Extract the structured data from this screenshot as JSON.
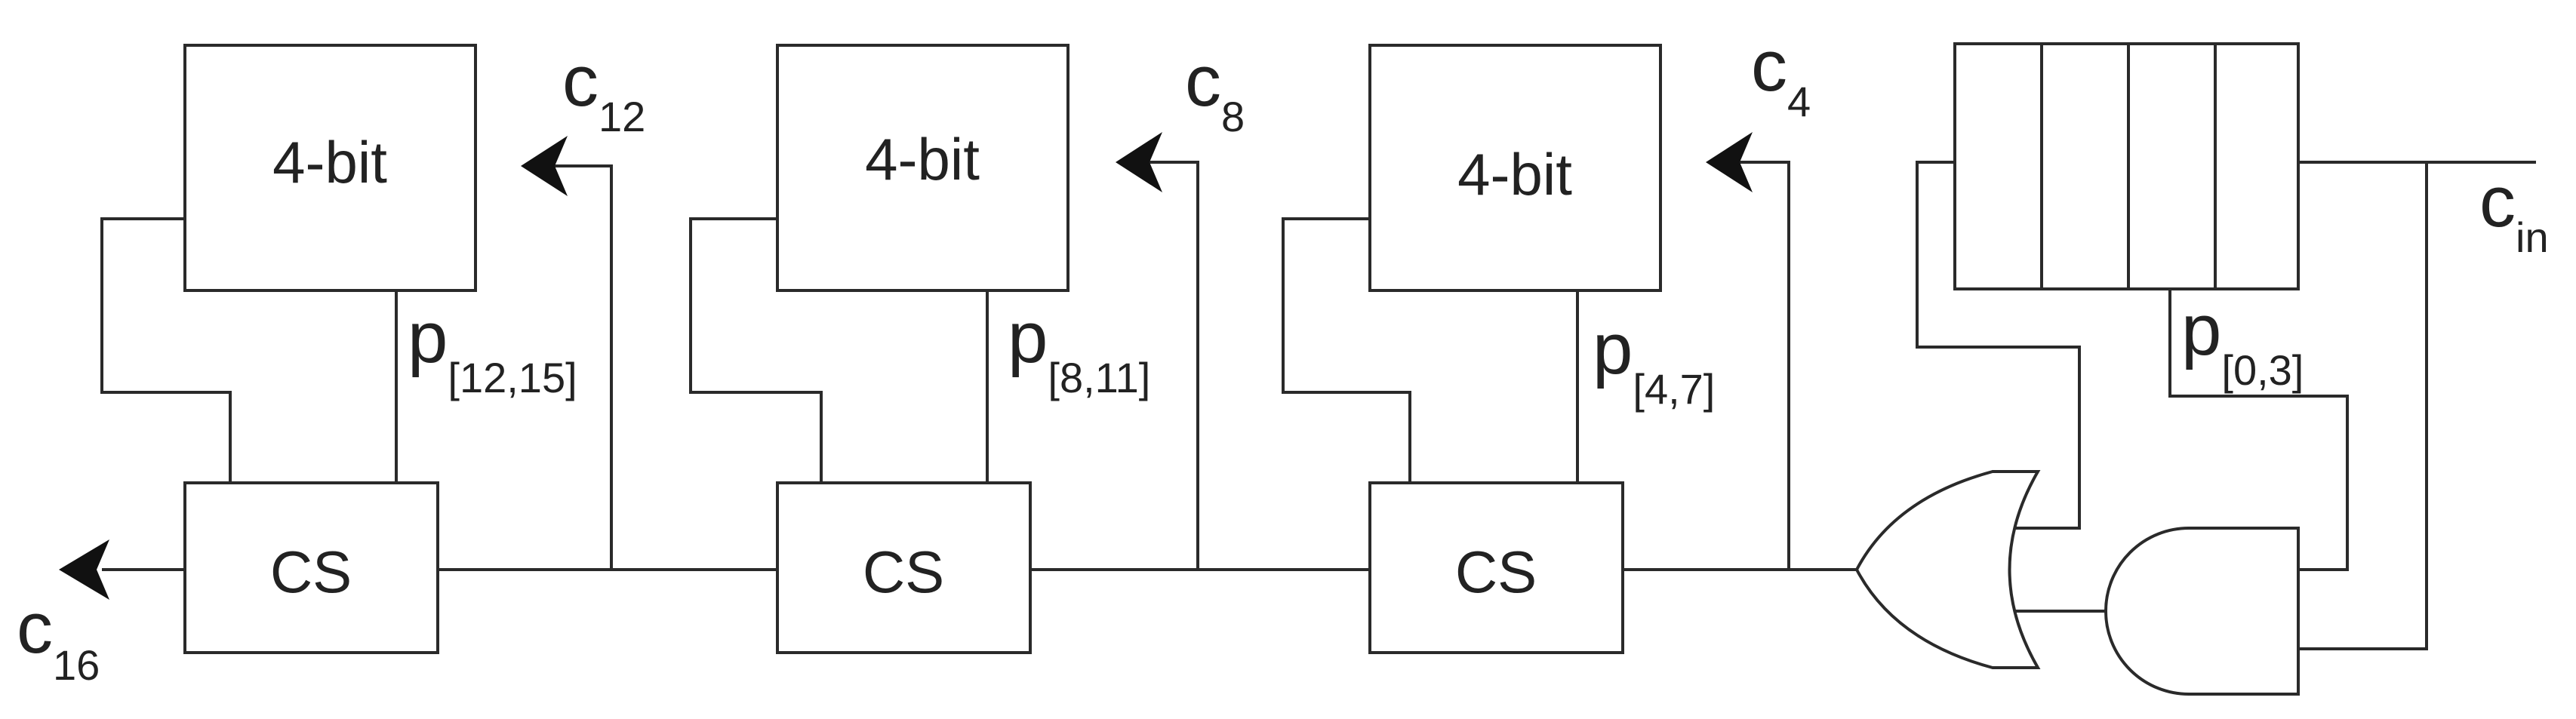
{
  "blocks": [
    {
      "label": "4-bit",
      "carry_in": {
        "name": "c",
        "sub": "12"
      },
      "propagate": {
        "name": "p",
        "sub": "[12,15]"
      },
      "select": "CS"
    },
    {
      "label": "4-bit",
      "carry_in": {
        "name": "c",
        "sub": "8"
      },
      "propagate": {
        "name": "p",
        "sub": "[8,11]"
      },
      "select": "CS"
    },
    {
      "label": "4-bit",
      "carry_in": {
        "name": "c",
        "sub": "4"
      },
      "propagate": {
        "name": "p",
        "sub": "[4,7]"
      },
      "select": "CS"
    }
  ],
  "first_stage": {
    "propagate": {
      "name": "p",
      "sub": "[0,3]"
    }
  },
  "carry_in": {
    "name": "c",
    "sub": "in"
  },
  "carry_out": {
    "name": "c",
    "sub": "16"
  },
  "colors": {
    "line": "#2a2a2a",
    "arrow": "#111111",
    "text": "#222222",
    "background": "#ffffff"
  }
}
